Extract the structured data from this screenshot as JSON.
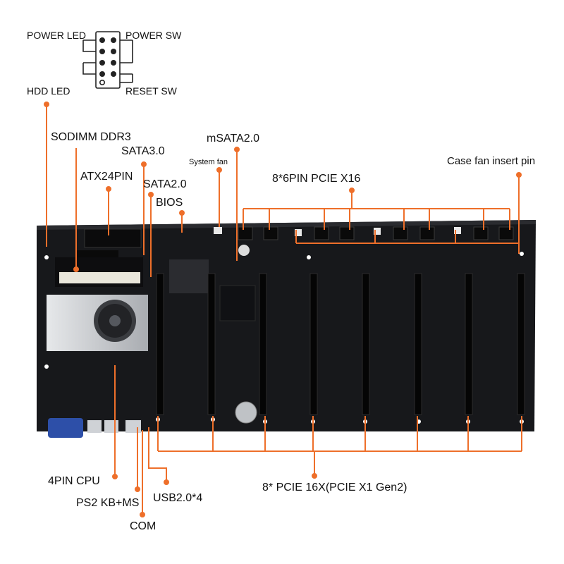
{
  "labels": {
    "power_led": "POWER LED",
    "power_sw": "POWER SW",
    "hdd_led": "HDD  LED",
    "reset_sw": "RESET SW",
    "sodimm": "SODIMM DDR3",
    "sata3": "SATA3.0",
    "atx24": "ATX24PIN",
    "sata2": "SATA2.0",
    "bios": "BIOS",
    "system_fan": "System fan",
    "msata": "mSATA2.0",
    "pcie_power": "8*6PIN PCIE X16",
    "case_fan": "Case fan insert pin",
    "cpu_4pin": "4PIN CPU",
    "ps2": "PS2 KB+MS",
    "com": "COM",
    "usb": "USB2.0*4",
    "pcie_slots": "8* PCIE 16X(PCIE X1 Gen2)"
  },
  "colors": {
    "leader": "#ee6f2a",
    "board": "#17181b",
    "slot": "#050505",
    "heatsink": "#c9ccd0",
    "dot": "#ffffff"
  }
}
